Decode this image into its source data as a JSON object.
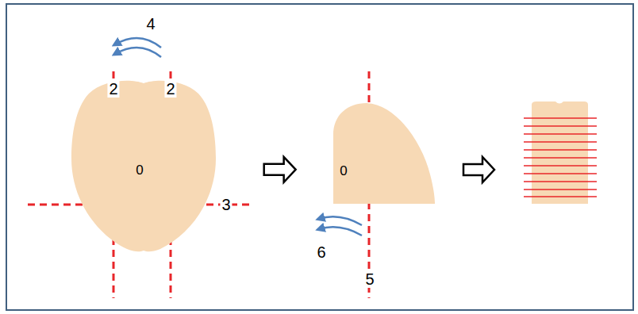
{
  "diagram": {
    "nodes": [
      {
        "text": [
          "0"
        ]
      },
      {
        "text": [
          "0"
        ]
      }
    ],
    "edges": [
      {
        "from": 0,
        "to": 1,
        "arrow": "to"
      }
    ],
    "labels": [
      "4",
      "2",
      "2",
      "3",
      "6",
      "5"
    ]
  }
}
